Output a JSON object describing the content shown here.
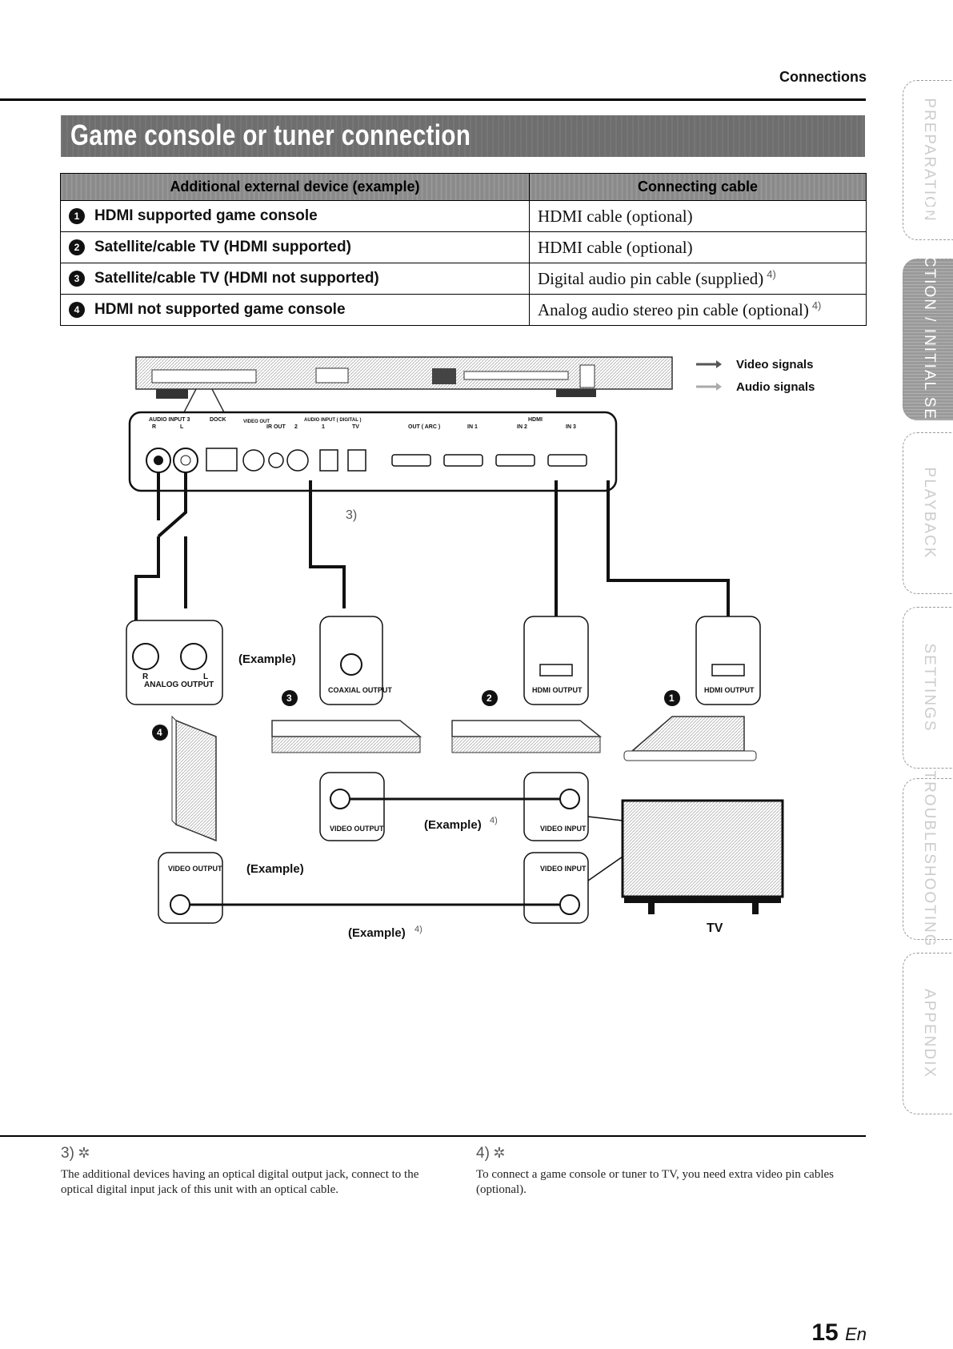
{
  "header": {
    "section": "Connections"
  },
  "banner": {
    "title": "Game console or tuner connection"
  },
  "table": {
    "headers": [
      "Additional external device (example)",
      "Connecting cable"
    ],
    "rows": [
      {
        "num": "1",
        "device": "HDMI supported game console",
        "cable": "HDMI cable (optional)",
        "note": ""
      },
      {
        "num": "2",
        "device": "Satellite/cable TV (HDMI supported)",
        "cable": "HDMI cable (optional)",
        "note": ""
      },
      {
        "num": "3",
        "device": "Satellite/cable TV (HDMI not supported)",
        "cable": "Digital audio pin cable (supplied)",
        "note": "4)"
      },
      {
        "num": "4",
        "device": "HDMI not supported game console",
        "cable": "Analog audio stereo pin cable (optional)",
        "note": "4)"
      }
    ]
  },
  "legend": {
    "video": "Video signals",
    "audio": "Audio signals"
  },
  "diagram": {
    "panel": {
      "audio_input_3": "AUDIO INPUT 3",
      "r": "R",
      "l": "L",
      "dock": "DOCK",
      "video_out": "VIDEO OUT",
      "ir_out": "IR OUT",
      "audio_input_digital": "AUDIO INPUT ( DIGITAL )",
      "digital_2": "2",
      "digital_1": "1",
      "tv": "TV",
      "hdmi": "HDMI",
      "out_arc": "OUT ( ARC )",
      "in1": "IN 1",
      "in2": "IN 2",
      "in3": "IN 3"
    },
    "note_3": "3)",
    "example": "(Example)",
    "analog_output": "ANALOG OUTPUT",
    "r_mark": "R",
    "l_mark": "L",
    "coaxial_output": "COAXIAL OUTPUT",
    "hdmi_output": "HDMI OUTPUT",
    "video_output": "VIDEO OUTPUT",
    "video_input": "VIDEO INPUT",
    "note_4": "4)",
    "tv_label": "TV",
    "badges": [
      "1",
      "2",
      "3",
      "4"
    ]
  },
  "side_tabs": [
    "PREPARATION",
    "CONNECTION / INITIAL SETTINGS",
    "PLAYBACK",
    "SETTINGS",
    "TROUBLESHOOTING",
    "APPENDIX"
  ],
  "footnotes": [
    {
      "mark": "3)",
      "text": "The additional devices having an optical digital output jack, connect to the optical digital input jack of this unit with an optical cable."
    },
    {
      "mark": "4)",
      "text": "To connect a game console or tuner to TV, you need extra video pin cables (optional)."
    }
  ],
  "page": {
    "number": "15",
    "lang": "En"
  }
}
